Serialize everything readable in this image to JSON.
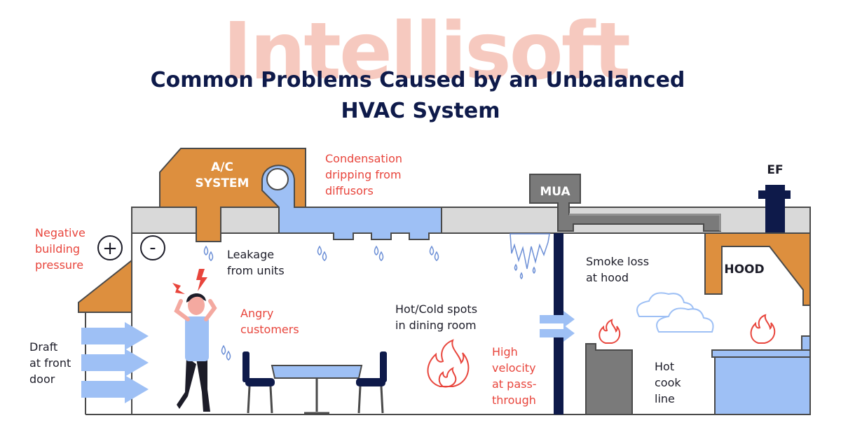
{
  "brand": {
    "watermark": "Intellisoft"
  },
  "title": {
    "line1": "Common Problems Caused by an Unbalanced",
    "line2": "HVAC System"
  },
  "units": {
    "ac": {
      "line1": "A/C",
      "line2": "SYSTEM"
    },
    "mua": "MUA",
    "ef": "EF",
    "hood": "HOOD"
  },
  "pressure_symbols": {
    "plus": "+",
    "minus": "-"
  },
  "labels": {
    "negative_pressure": [
      "Negative",
      "building",
      "pressure"
    ],
    "condensation": [
      "Condensation",
      "dripping from",
      "diffusors"
    ],
    "leakage": [
      "Leakage",
      "from units"
    ],
    "angry": [
      "Angry",
      "customers"
    ],
    "hot_cold": [
      "Hot/Cold spots",
      "in dining room"
    ],
    "high_velocity": [
      "High",
      "velocity",
      "at pass-",
      "through"
    ],
    "smoke_loss": [
      "Smoke loss",
      "at hood"
    ],
    "hot_cook": [
      "Hot",
      "cook",
      "line"
    ],
    "draft": [
      "Draft",
      "at front",
      "door"
    ]
  },
  "colors": {
    "navy": "#0e1a4a",
    "orange": "#dd8f3e",
    "blue": "#9ec0f5",
    "gray_fill": "#d9d9d9",
    "gray_dark": "#7a7a7a",
    "red": "#e8453c",
    "outline": "#4a4a4a"
  },
  "icons": [
    "warning-bolt-icon",
    "water-drop-icon",
    "flame-icon",
    "smoke-cloud-icon",
    "air-arrow-icon",
    "plus-circle-icon",
    "minus-circle-icon"
  ]
}
